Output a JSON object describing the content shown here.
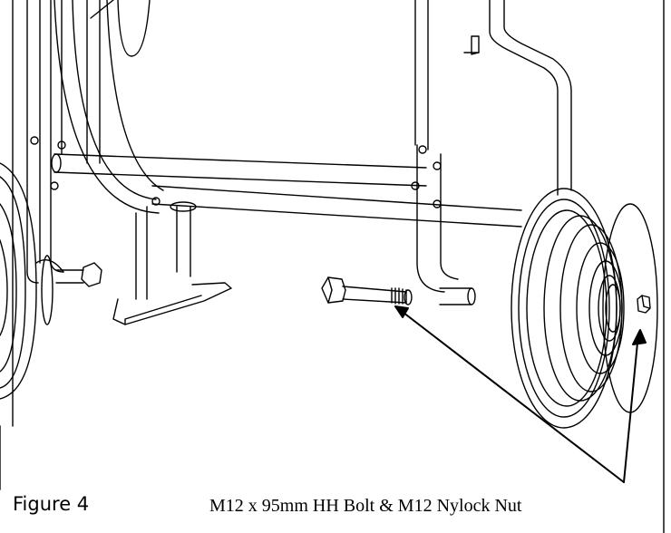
{
  "figure": {
    "label": "Figure 4",
    "caption": "M12 x 95mm HH Bolt & M12 Nylock Nut"
  },
  "callouts": [
    {
      "target": "bolt"
    },
    {
      "target": "nylock-nut"
    }
  ],
  "colors": {
    "line": "#000000",
    "background": "#ffffff"
  }
}
